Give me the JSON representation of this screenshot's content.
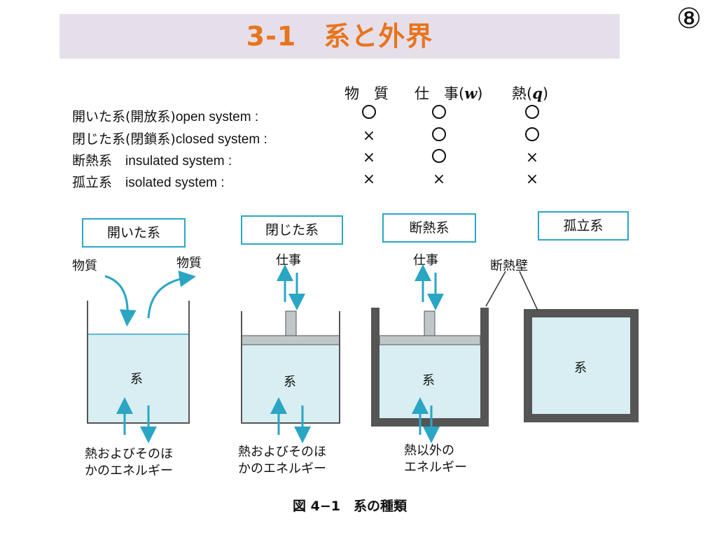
{
  "slide": {
    "title": "3-1　系と外界",
    "number": "⑧"
  },
  "table": {
    "headers": {
      "matter": "物　質",
      "work_prefix": "仕　事(",
      "work_symbol": "w",
      "work_suffix": ")",
      "heat_prefix": "熱(",
      "heat_symbol": "q",
      "heat_suffix": ")"
    },
    "rows": [
      {
        "jp": "開いた系(開放系)",
        "en": "open system :",
        "matter": "circle",
        "work": "circle",
        "heat": "circle"
      },
      {
        "jp": "閉じた系(閉鎖系)",
        "en": "closed system :",
        "matter": "cross",
        "work": "circle",
        "heat": "circle"
      },
      {
        "jp": "断熱系",
        "en": "insulated system :",
        "matter": "cross",
        "work": "circle",
        "heat": "cross"
      },
      {
        "jp": "孤立系",
        "en": "isolated system :",
        "matter": "cross",
        "work": "cross",
        "heat": "cross"
      }
    ],
    "cross_glyph": "×"
  },
  "figure": {
    "boxes": [
      "開いた系",
      "閉じた系",
      "断熱系",
      "孤立系"
    ],
    "matter_in": "物質",
    "matter_out": "物質",
    "work_closed": "仕事",
    "work_insulated": "仕事",
    "adiabatic_wall": "断熱壁",
    "system_label": "系",
    "open_energy_line1": "熱およびそのほ",
    "open_energy_line2": "かのエネルギー",
    "closed_energy_line1": "熱およびそのほ",
    "closed_energy_line2": "かのエネルギー",
    "insulated_energy_line1": "熱以外の",
    "insulated_energy_line2": "エネルギー",
    "caption": "図 4−1　系の種類",
    "colors": {
      "accent": "#2aa6c4",
      "liquid": "#d8eef2",
      "wall": "#555555",
      "lid": "#bfc7c9"
    }
  }
}
